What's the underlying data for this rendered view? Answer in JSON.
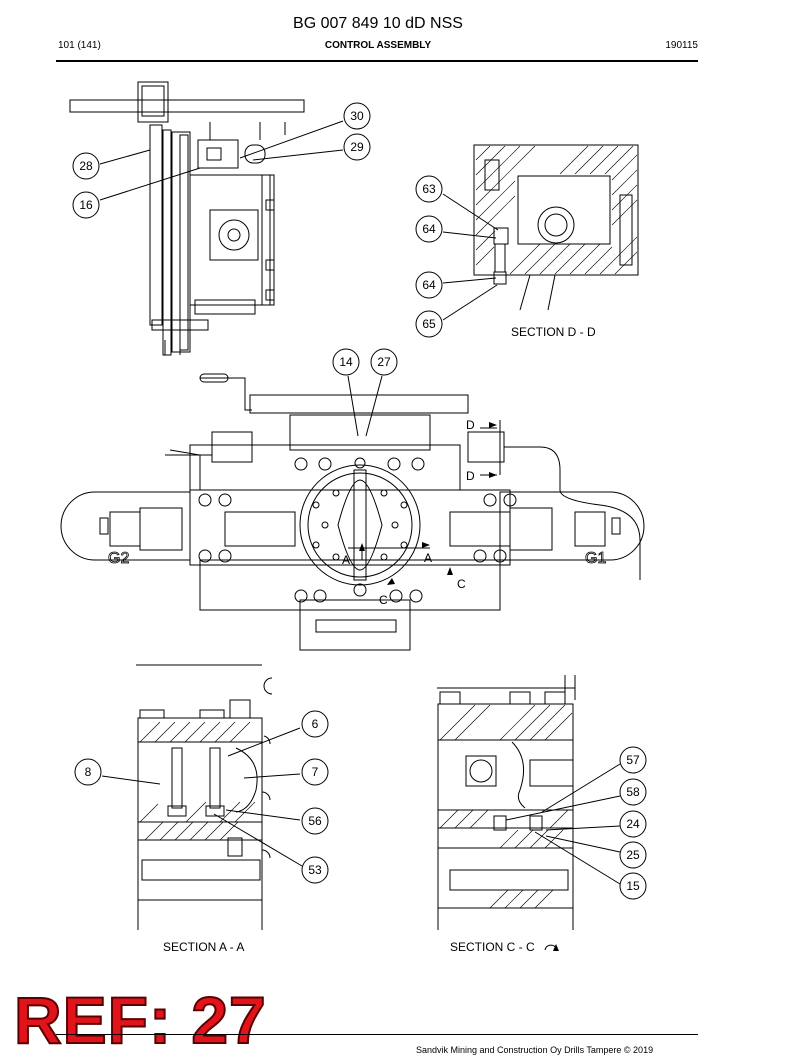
{
  "header": {
    "doc_id": "BG 007 849 10 dD NSS",
    "page": "101 (141)",
    "section": "CONTROL ASSEMBLY",
    "date_code": "190115"
  },
  "callouts": [
    "30",
    "29",
    "28",
    "16",
    "63",
    "64",
    "64",
    "65",
    "14",
    "27",
    "6",
    "7",
    "8",
    "56",
    "53",
    "57",
    "58",
    "24",
    "25",
    "15"
  ],
  "section_labels": {
    "dd": "SECTION D - D",
    "aa": "SECTION A - A",
    "cc": "SECTION C - C"
  },
  "view_marks": {
    "d_top": "D",
    "d_bottom": "D",
    "a_left": "A",
    "a_right": "A",
    "c_left": "C",
    "c_right": "C",
    "g2": "G2",
    "g1": "G1"
  },
  "stamp": "REF: 27",
  "footer": {
    "copyright": "Sandvik Mining and Construction Oy Drills Tampere © 2019"
  }
}
